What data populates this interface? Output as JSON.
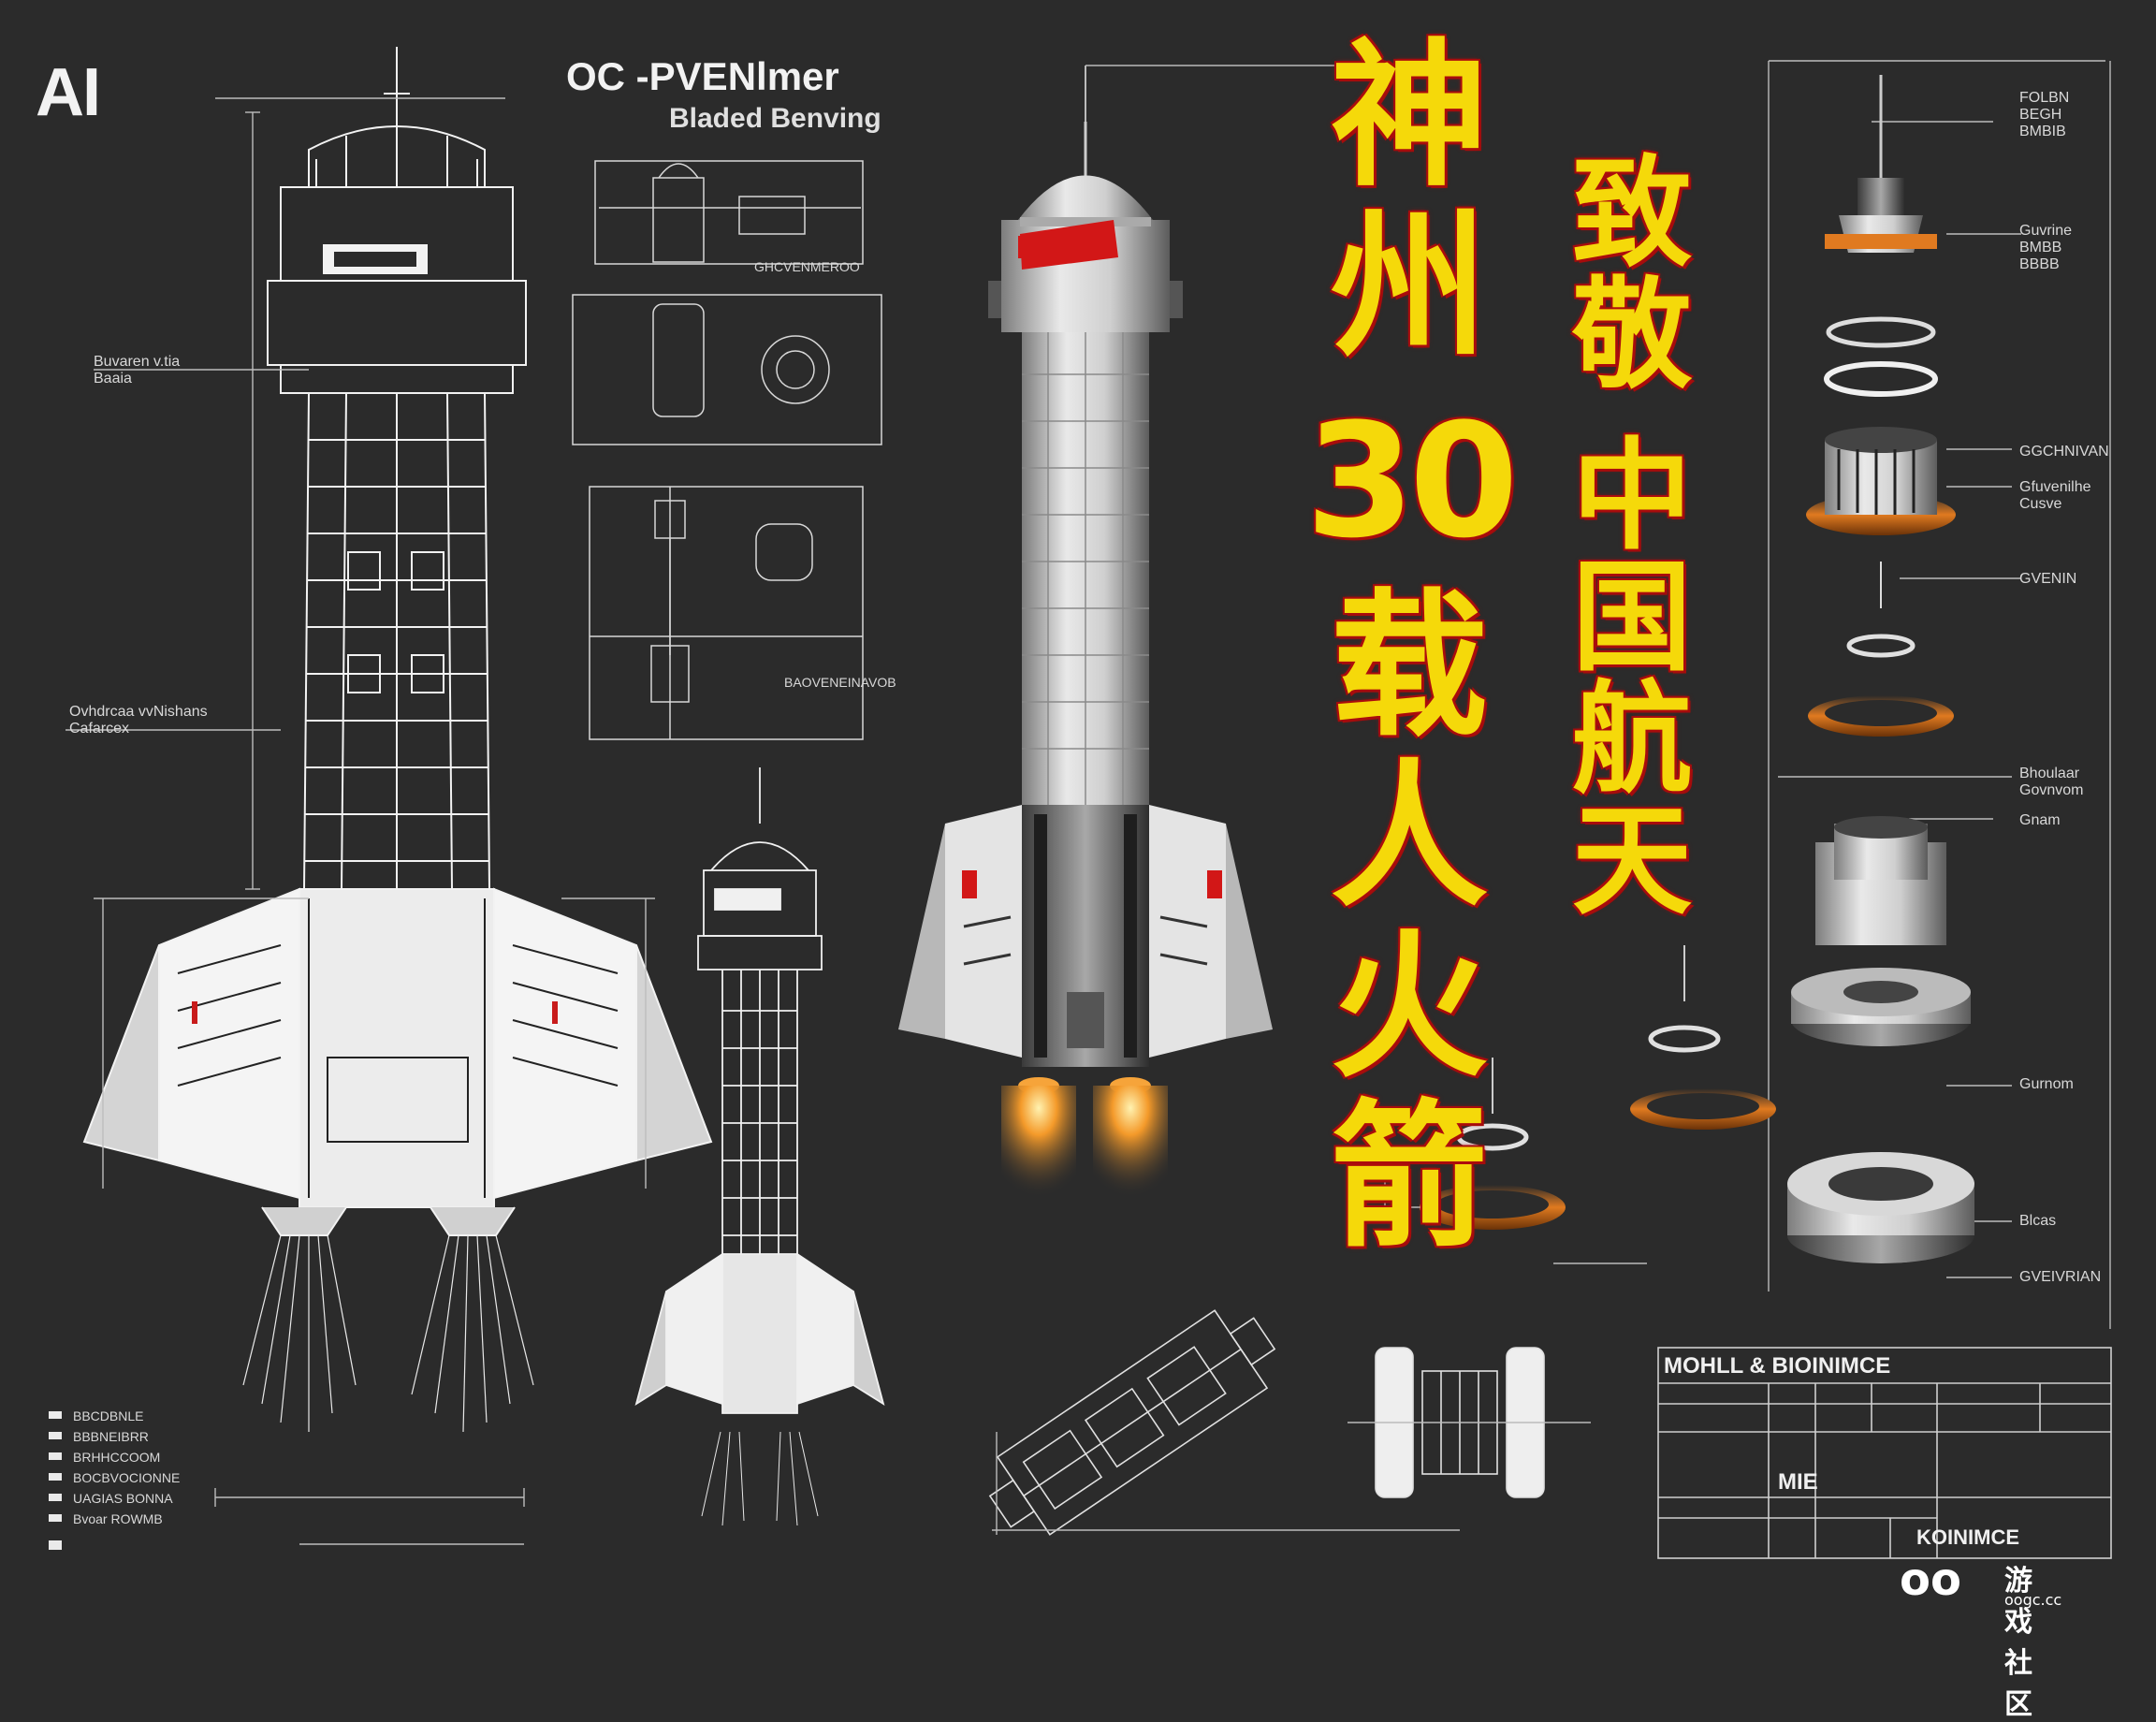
{
  "badge": {
    "text": "AI"
  },
  "blueprint": {
    "title": "OC -PVENlmer",
    "subtitle": "Bladed Benving"
  },
  "headline": {
    "line1_chars": [
      "神",
      "州"
    ],
    "line1_number": "30",
    "line1_rest": [
      "载",
      "人",
      "火",
      "箭"
    ],
    "line2_chars": [
      "致",
      "敬"
    ],
    "line2_rest": [
      "中",
      "国",
      "航",
      "天"
    ]
  },
  "labels": {
    "left_top": [
      "Buvaren v.tia",
      "Baaia"
    ],
    "left_mid": [
      "Ovhdrcaa vvNishans",
      "Cafarcex"
    ],
    "center_mid": "GHCVENMEROO",
    "center_low": "BAOVENEINAVOB",
    "right": [
      [
        "FOLBN",
        "BEGH",
        "BMBIB"
      ],
      [
        "Guvrine",
        "BMBB",
        "BBBB"
      ],
      [
        "GGCHNIVAN"
      ],
      [
        "Gfuvenilhe",
        "Cusve"
      ],
      [
        "GVENIN"
      ],
      [
        "Bhoulaar",
        "Govnvom"
      ],
      [
        "Gnam"
      ],
      [
        "Gurnom"
      ],
      [
        "Blcas"
      ],
      [
        "GVEIVRIAN"
      ]
    ],
    "legend": [
      "BBCDBNLE",
      "BBBNEIBRR",
      "BRHHCCOOM",
      "BOCBVOCIONNE",
      "UAGIAS BONNA",
      "Bvoar ROWMB"
    ]
  },
  "title_block": {
    "title": "MOHLL & BIOINIMCE",
    "mid": "MIE",
    "foot": "KOINIMCE"
  },
  "watermark": {
    "mark": "oo",
    "name": "游戏社区",
    "url": "oogc.cc"
  },
  "colors": {
    "background": "#2b2b2b",
    "headline_yellow": "#f5d90a",
    "headline_outline": "#a30c0c",
    "flag_red": "#d21717",
    "ring_orange": "#e07a20"
  }
}
